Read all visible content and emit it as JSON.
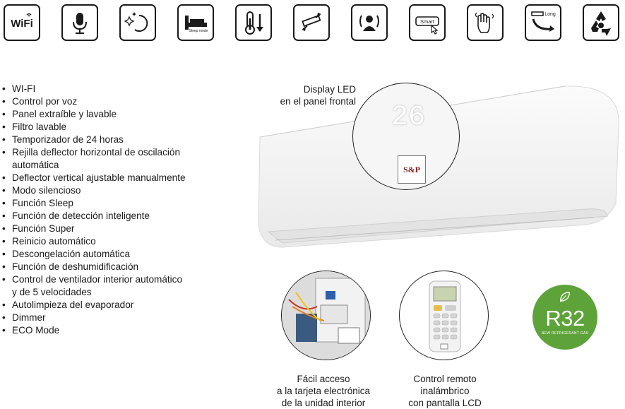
{
  "icons": [
    {
      "name": "wifi-icon",
      "label": "WiFi"
    },
    {
      "name": "voice-control-icon"
    },
    {
      "name": "self-cleaning-icon"
    },
    {
      "name": "sleep-mode-icon",
      "label": "Sleep mode"
    },
    {
      "name": "temperature-down-icon"
    },
    {
      "name": "louver-swing-icon"
    },
    {
      "name": "smart-detection-icon"
    },
    {
      "name": "smart-button-icon",
      "label": "Smart"
    },
    {
      "name": "touch-hand-icon"
    },
    {
      "name": "long-air-flow-icon",
      "label": "Long"
    },
    {
      "name": "recycle-eco-icon"
    }
  ],
  "features": [
    "WI-FI",
    "Control por voz",
    "Panel extraíble y lavable",
    "Filtro lavable",
    "Temporizador de 24 horas",
    "Rejilla deflector horizontal de oscilación",
    "automática",
    "Deflector vertical ajustable manualmente",
    "Modo silencioso",
    "Función Sleep",
    "Función de detección inteligente",
    "Función Super",
    "Reinicio automático",
    "Descongelación automática",
    "Función de deshumidificación",
    "Control de ventilador interior automático",
    "y de 5 velocidades",
    "Autolimpieza del evaporador",
    "Dimmer",
    "ECO Mode"
  ],
  "display_caption": {
    "line1": "Display LED",
    "line2": "en el panel frontal"
  },
  "display_value": "26",
  "brand_logo": "S&P",
  "board_caption": {
    "line1": "Fácil acceso",
    "line2": "a la tarjeta electrónica",
    "line3": "de la unidad interior"
  },
  "remote_caption": {
    "line1": "Control remoto",
    "line2": "inalámbrico",
    "line3": "con pantalla LCD"
  },
  "r32_badge": {
    "text": "R32",
    "sub": "NEW REFRIGERANT GAS",
    "color": "#5ea33a"
  }
}
